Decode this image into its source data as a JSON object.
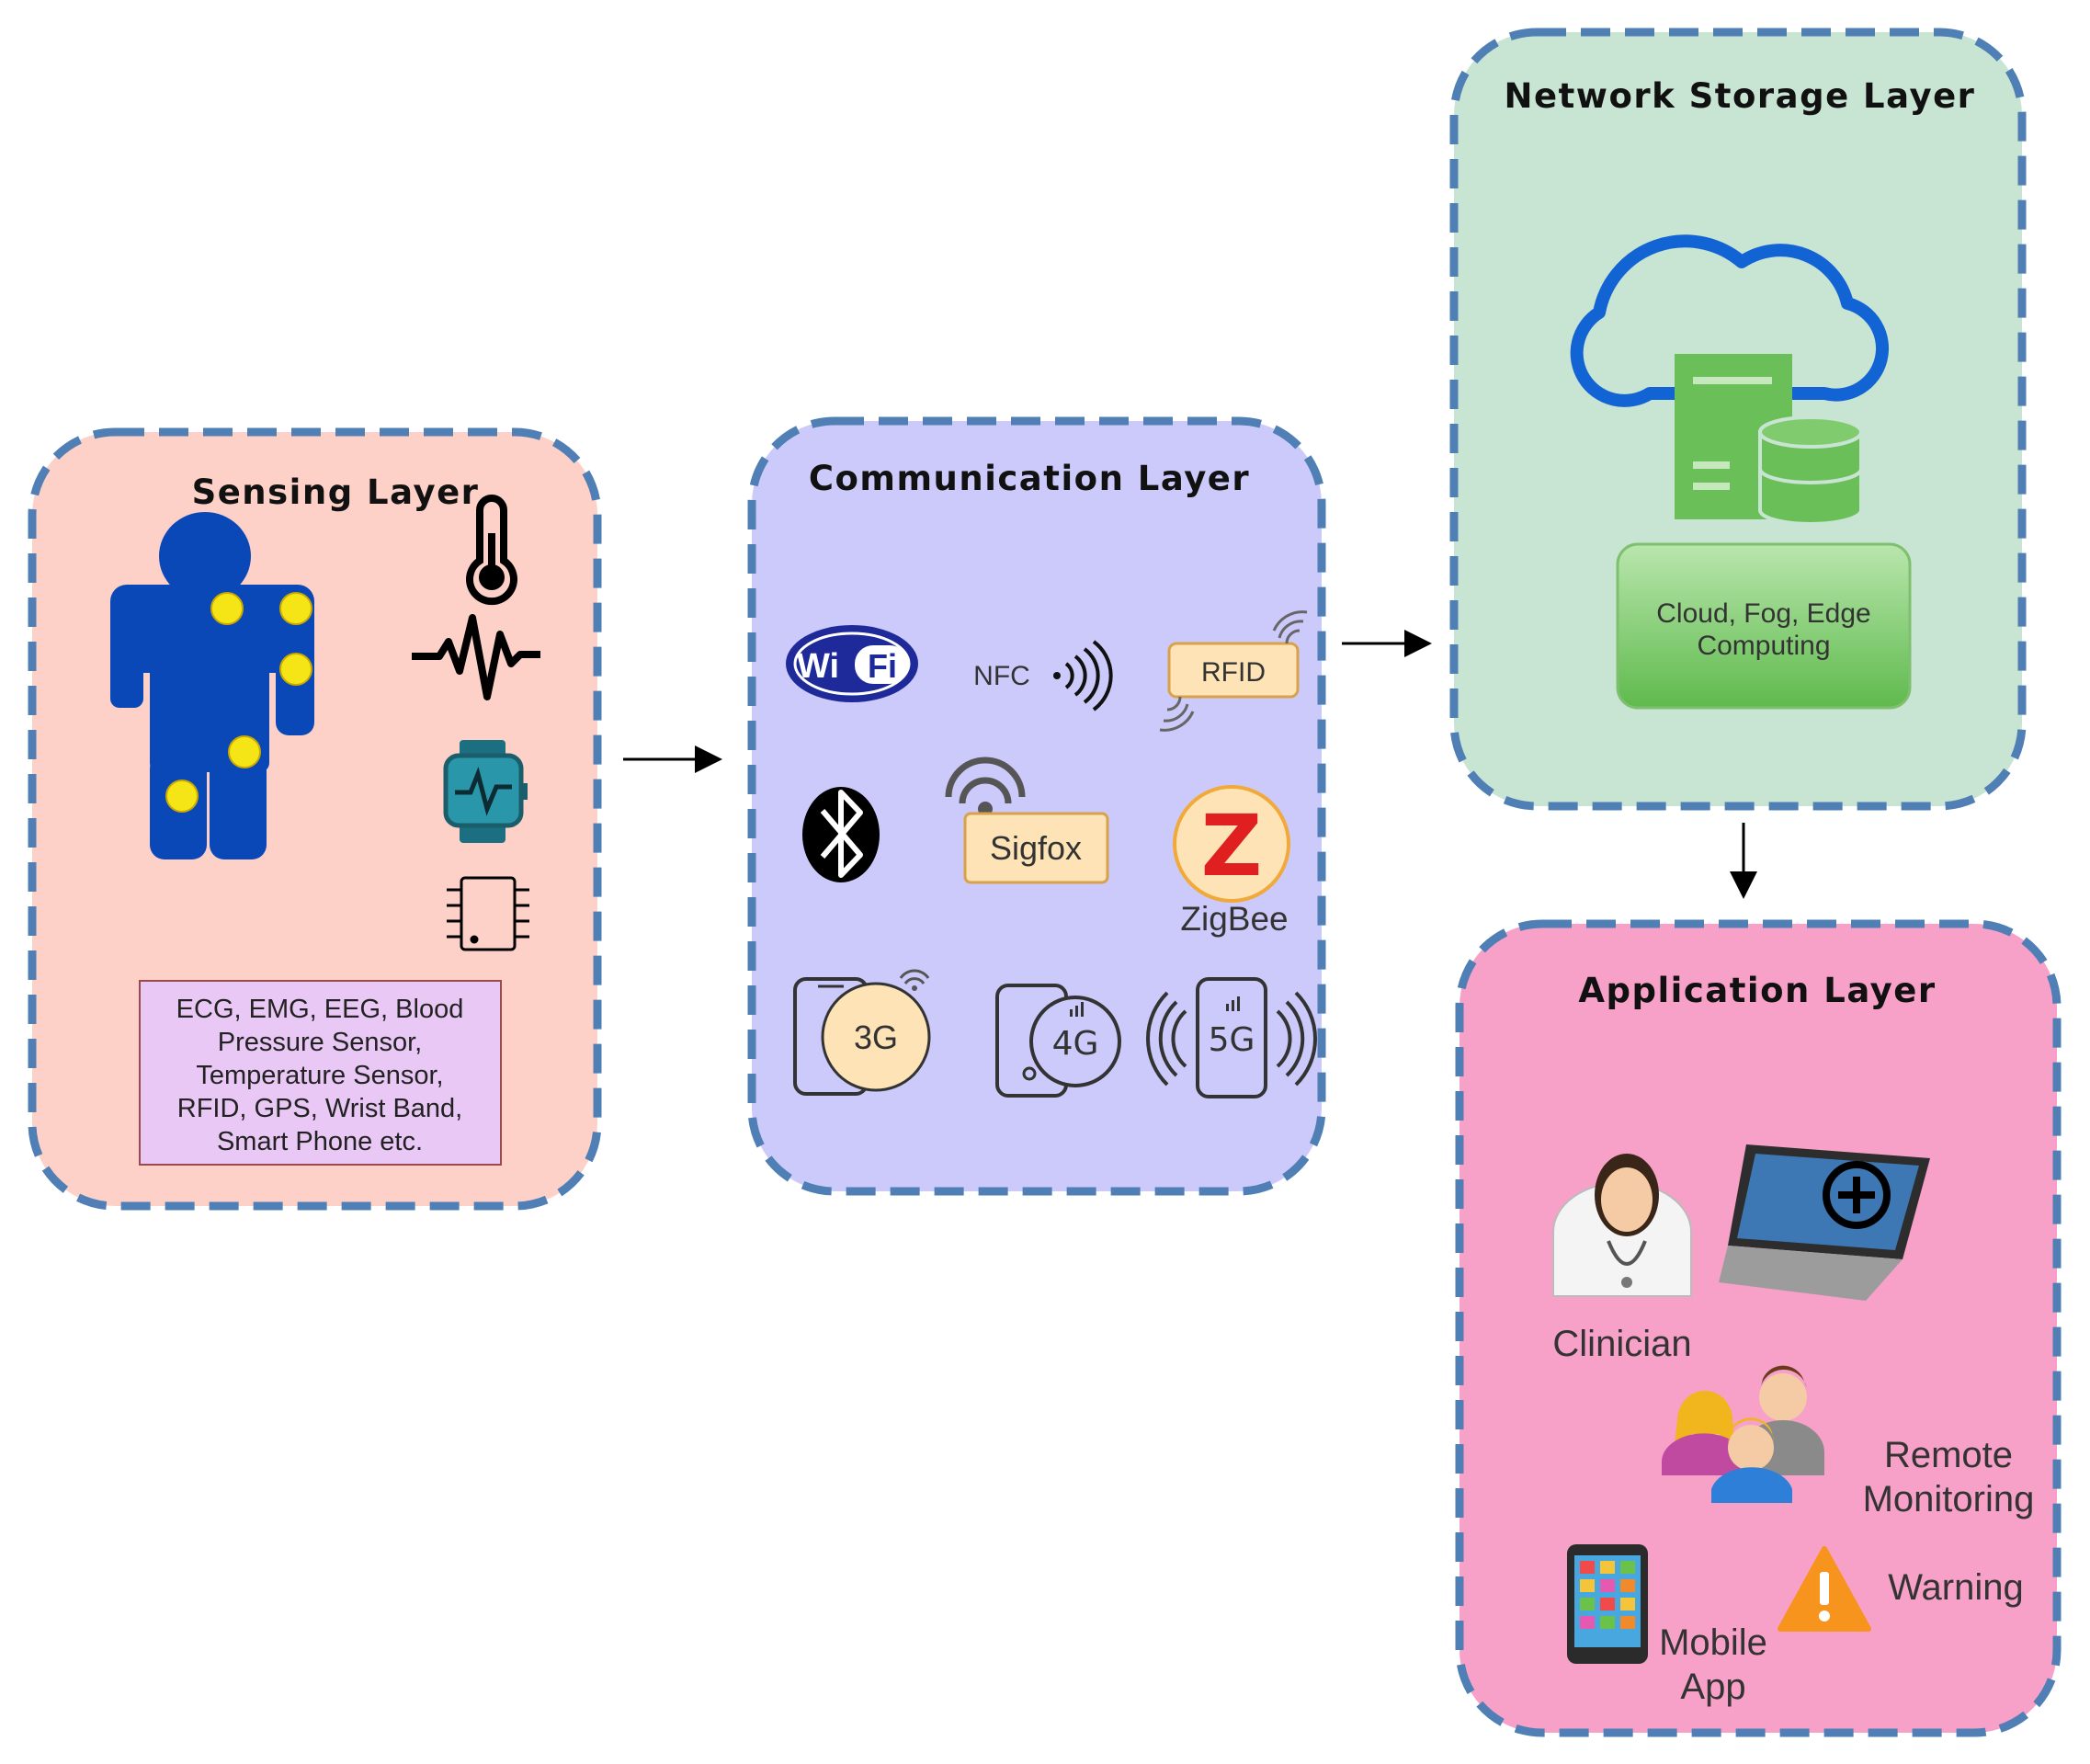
{
  "sensing": {
    "title": "Sensing Layer",
    "sensors_text": [
      "ECG, EMG, EEG, Blood",
      "Pressure Sensor,",
      "Temperature Sensor,",
      "RFID, GPS, Wrist Band,",
      "Smart Phone etc."
    ]
  },
  "communication": {
    "title": "Communication Layer",
    "wifi_left": "Wi",
    "wifi_right": "Fi",
    "nfc": "NFC",
    "rfid": "RFID",
    "sigfox": "Sigfox",
    "zigbee_letter": "Z",
    "zigbee": "ZigBee",
    "g3": "3G",
    "g4": "4G",
    "g5": "5G"
  },
  "storage": {
    "title": "Network Storage Layer",
    "computing": [
      "Cloud, Fog, Edge",
      "Computing"
    ]
  },
  "application": {
    "title": "Application Layer",
    "clinician": "Clinician",
    "remote": [
      "Remote",
      "Monitoring"
    ],
    "warning": "Warning",
    "mobile": [
      "Mobile",
      "App"
    ]
  },
  "colors": {
    "sensing_bg": "#fdd0c8",
    "communication_bg": "#cccafa",
    "storage_bg": "#c8e4d2",
    "application_bg": "#f7a0c8",
    "border": "#4f7fb5",
    "body_blue": "#0a48b8",
    "sensor_dot": "#f5e516",
    "cloud_green": "#6bbf59"
  }
}
